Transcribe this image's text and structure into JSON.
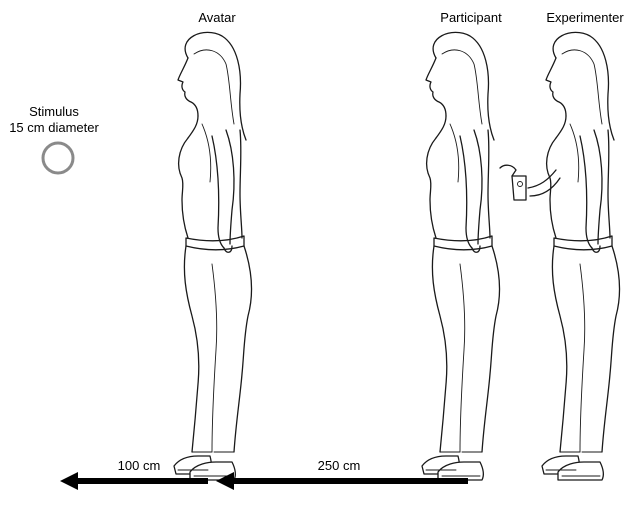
{
  "labels": {
    "avatar": "Avatar",
    "participant": "Participant",
    "experimenter": "Experimenter",
    "stimulus_line1": "Stimulus",
    "stimulus_line2": "15 cm diameter"
  },
  "distances": {
    "near": "100 cm",
    "far": "250 cm"
  },
  "colors": {
    "ink": "#1a1a1a",
    "stimulus_ring": "#8a8a8a",
    "arrow": "#000000"
  }
}
